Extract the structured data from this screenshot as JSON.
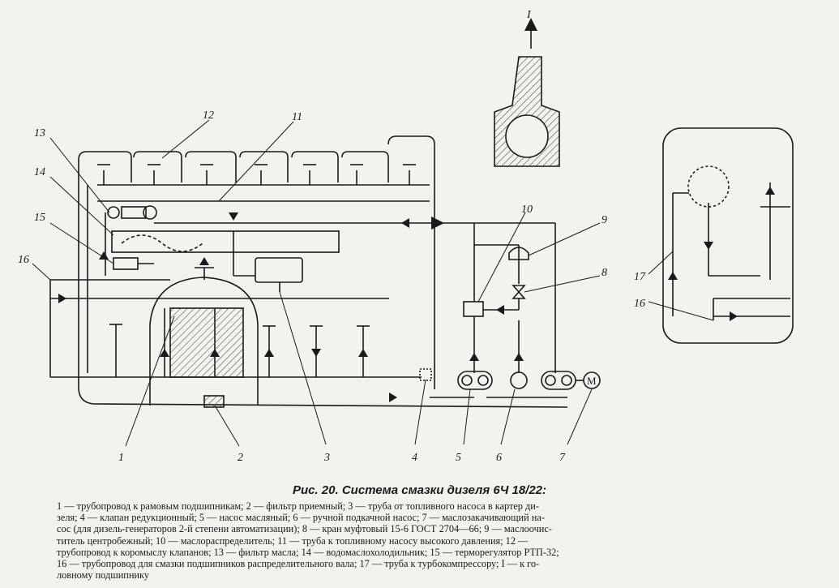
{
  "figure": {
    "caption": "Рис. 20. Система смазки дизеля 6Ч 18/22:",
    "legend_lines": [
      "1 — трубопровод к рамовым подшипникам; 2 — фильтр приемный; 3 — труба от топливного насоса в картер ди-",
      "зеля; 4 — клапан редукционный; 5 — насос масляный; 6 — ручной подкачной насос; 7 — маслозакачивающий на-",
      "сос (для дизель-генераторов 2-й степени автоматизации); 8 — кран муфтовый 15-6 ГОСТ 2704—66; 9 — маслоочис-",
      "титель центробежный; 10 — маслораспределитель; 11 — труба к топливному насосу высокого давления; 12 —",
      "трубопровод к коромыслу клапанов; 13 — фильтр масла; 14 — водомаслохолодильник; 15 — терморегулятор РТП-32;",
      "16 — трубопровод для смазки подшипников распределительного вала; 17 — труба к турбокомпрессору; I — к го-",
      "ловному подшипнику"
    ]
  },
  "callouts": {
    "n1": "1",
    "n2": "2",
    "n3": "3",
    "n4": "4",
    "n5": "5",
    "n6": "6",
    "n7": "7",
    "n8": "8",
    "n9": "9",
    "n10": "10",
    "n11": "11",
    "n12": "12",
    "n13": "13",
    "n14": "14",
    "n15": "15",
    "n16": "16",
    "n17": "17",
    "nI": "I"
  },
  "pump_motor_letter": "M",
  "colors": {
    "ink": "#1a1a1a",
    "paper": "#f3f2ee",
    "hatch": "#555555"
  }
}
